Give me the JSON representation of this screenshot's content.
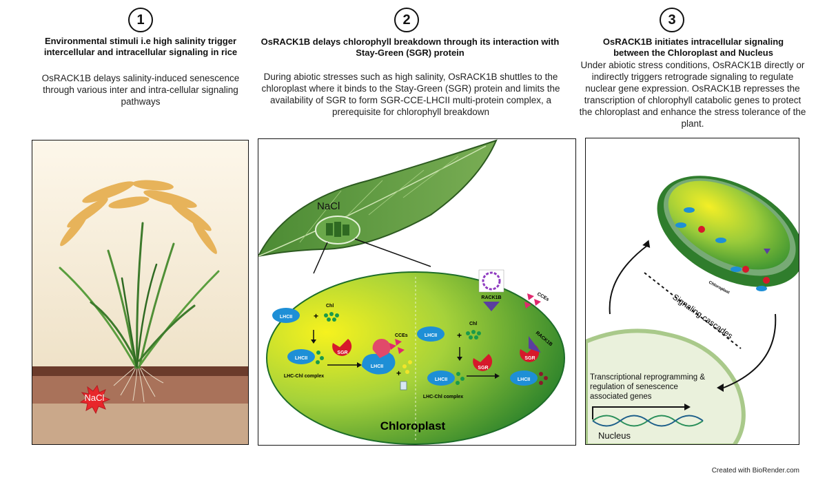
{
  "steps": [
    {
      "number": "1",
      "title": "Environmental stimuli i.e high salinity trigger intercellular and intracellular signaling in rice",
      "body": "OsRACK1B delays salinity-induced senescence through various inter and intra-cellular signaling pathways"
    },
    {
      "number": "2",
      "title": "OsRACK1B delays chlorophyll breakdown through its interaction with Stay-Green (SGR) protein",
      "body": "During abiotic stresses such as high salinity, OsRACK1B shuttles to the chloroplast where it binds to the Stay-Green (SGR) protein and limits the availability of SGR to form SGR-CCE-LHCII multi-protein complex, a prerequisite for chlorophyll breakdown"
    },
    {
      "number": "3",
      "title": "OsRACK1B initiates intracellular signaling between the Chloroplast and Nucleus",
      "body": "Under abiotic stress conditions, OsRACK1B directly or indirectly triggers retrograde signaling to regulate nuclear gene expression. OsRACK1B represses the transcription of chlorophyll catabolic genes to protect the chloroplast and enhance the stress tolerance of the plant."
    }
  ],
  "panel1": {
    "nacl_label": "NaCl"
  },
  "panel2": {
    "leaf_label": "NaCl",
    "chloroplast_label": "Chloroplast",
    "lhcii": "LHCII",
    "chl": "Chl",
    "plus": "+",
    "sgr": "SGR",
    "cces": "CCEs",
    "lhc_chl_complex": "LHC-Chl complex",
    "rack1b": "RACK1B"
  },
  "panel3": {
    "chloroplast_label": "Chloroplast",
    "signaling_label": "Signaling cascades",
    "transcription_label": "Transcriptional reprogramming & regulation of senescence associated genes",
    "nucleus_label": "Nucleus"
  },
  "credit": "Created with BioRender.com",
  "colors": {
    "leaf_green": "#5a9a3c",
    "chloroplast_yellow": "#f3f020",
    "chloroplast_green": "#3e9a3a",
    "lhcii_blue": "#1e8fd6",
    "sgr_red": "#d6192b",
    "cce_pink": "#e0286e",
    "rack_purple": "#5a3ea0",
    "soil_brown": "#8a5a40"
  }
}
